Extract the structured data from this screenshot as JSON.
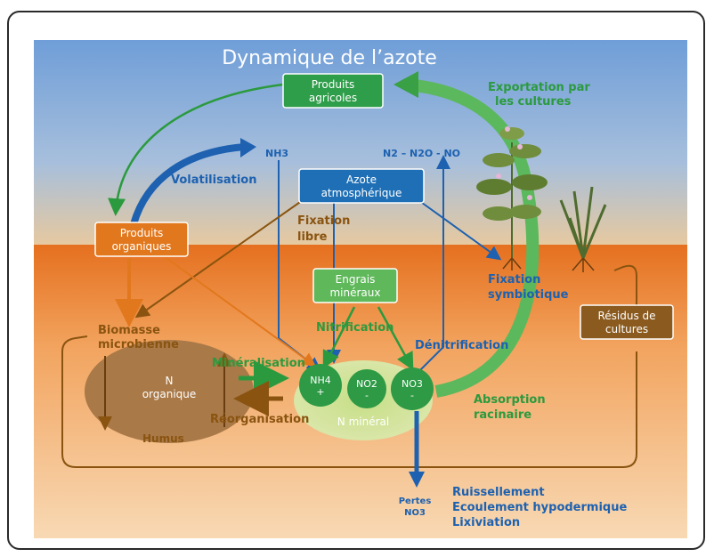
{
  "title": "Dynamique de l’azote",
  "boxes": {
    "produits_agricoles": [
      "Produits",
      "agricoles"
    ],
    "azote_atmospherique": [
      "Azote",
      "atmosphérique"
    ],
    "produits_organiques": [
      "Produits",
      "organiques"
    ],
    "engrais_mineraux": [
      "Engrais",
      "minéraux"
    ],
    "residus_cultures": [
      "Résidus de",
      "cultures"
    ]
  },
  "labels": {
    "nh3": "NH3",
    "n2_n2o_no": "N2 – N2O - NO",
    "exportation": [
      "Exportation par",
      "les cultures"
    ],
    "volatilisation": "Volatilisation",
    "fixation_libre": [
      "Fixation",
      "libre"
    ],
    "fixation_symbiotique": [
      "Fixation",
      "symbiotique"
    ],
    "biomasse": [
      "Biomasse",
      "microbienne"
    ],
    "nitrification": "Nitrification",
    "denitrification": "Dénitrification",
    "mineralisation": "Minéralisation",
    "reorganisation": "Réorganisation",
    "n_organique": [
      "N",
      "organique"
    ],
    "humus": "Humus",
    "n_mineral": "N minéral",
    "nh4": [
      "NH4",
      "+"
    ],
    "no2": [
      "NO2",
      "-"
    ],
    "no3": [
      "NO3",
      "-"
    ],
    "absorption": [
      "Absorption",
      "racinaire"
    ],
    "pertes": [
      "Pertes",
      "NO3"
    ],
    "ruissellement": [
      "Ruissellement",
      "Ecoulement hypodermique",
      "Lixiviation"
    ]
  },
  "colors": {
    "sky_top": "#6f9ed8",
    "sky_bottom": "#e0c8a2",
    "soil": "#e9772a",
    "green_box": "#2f9e4a",
    "blue_box": "#1e6fb5",
    "orange_box": "#e2781d",
    "brown_box": "#8a5a1e",
    "blue_text": "#1d61b0",
    "green_text": "#2b9a3e",
    "brown_text": "#8a5410"
  }
}
